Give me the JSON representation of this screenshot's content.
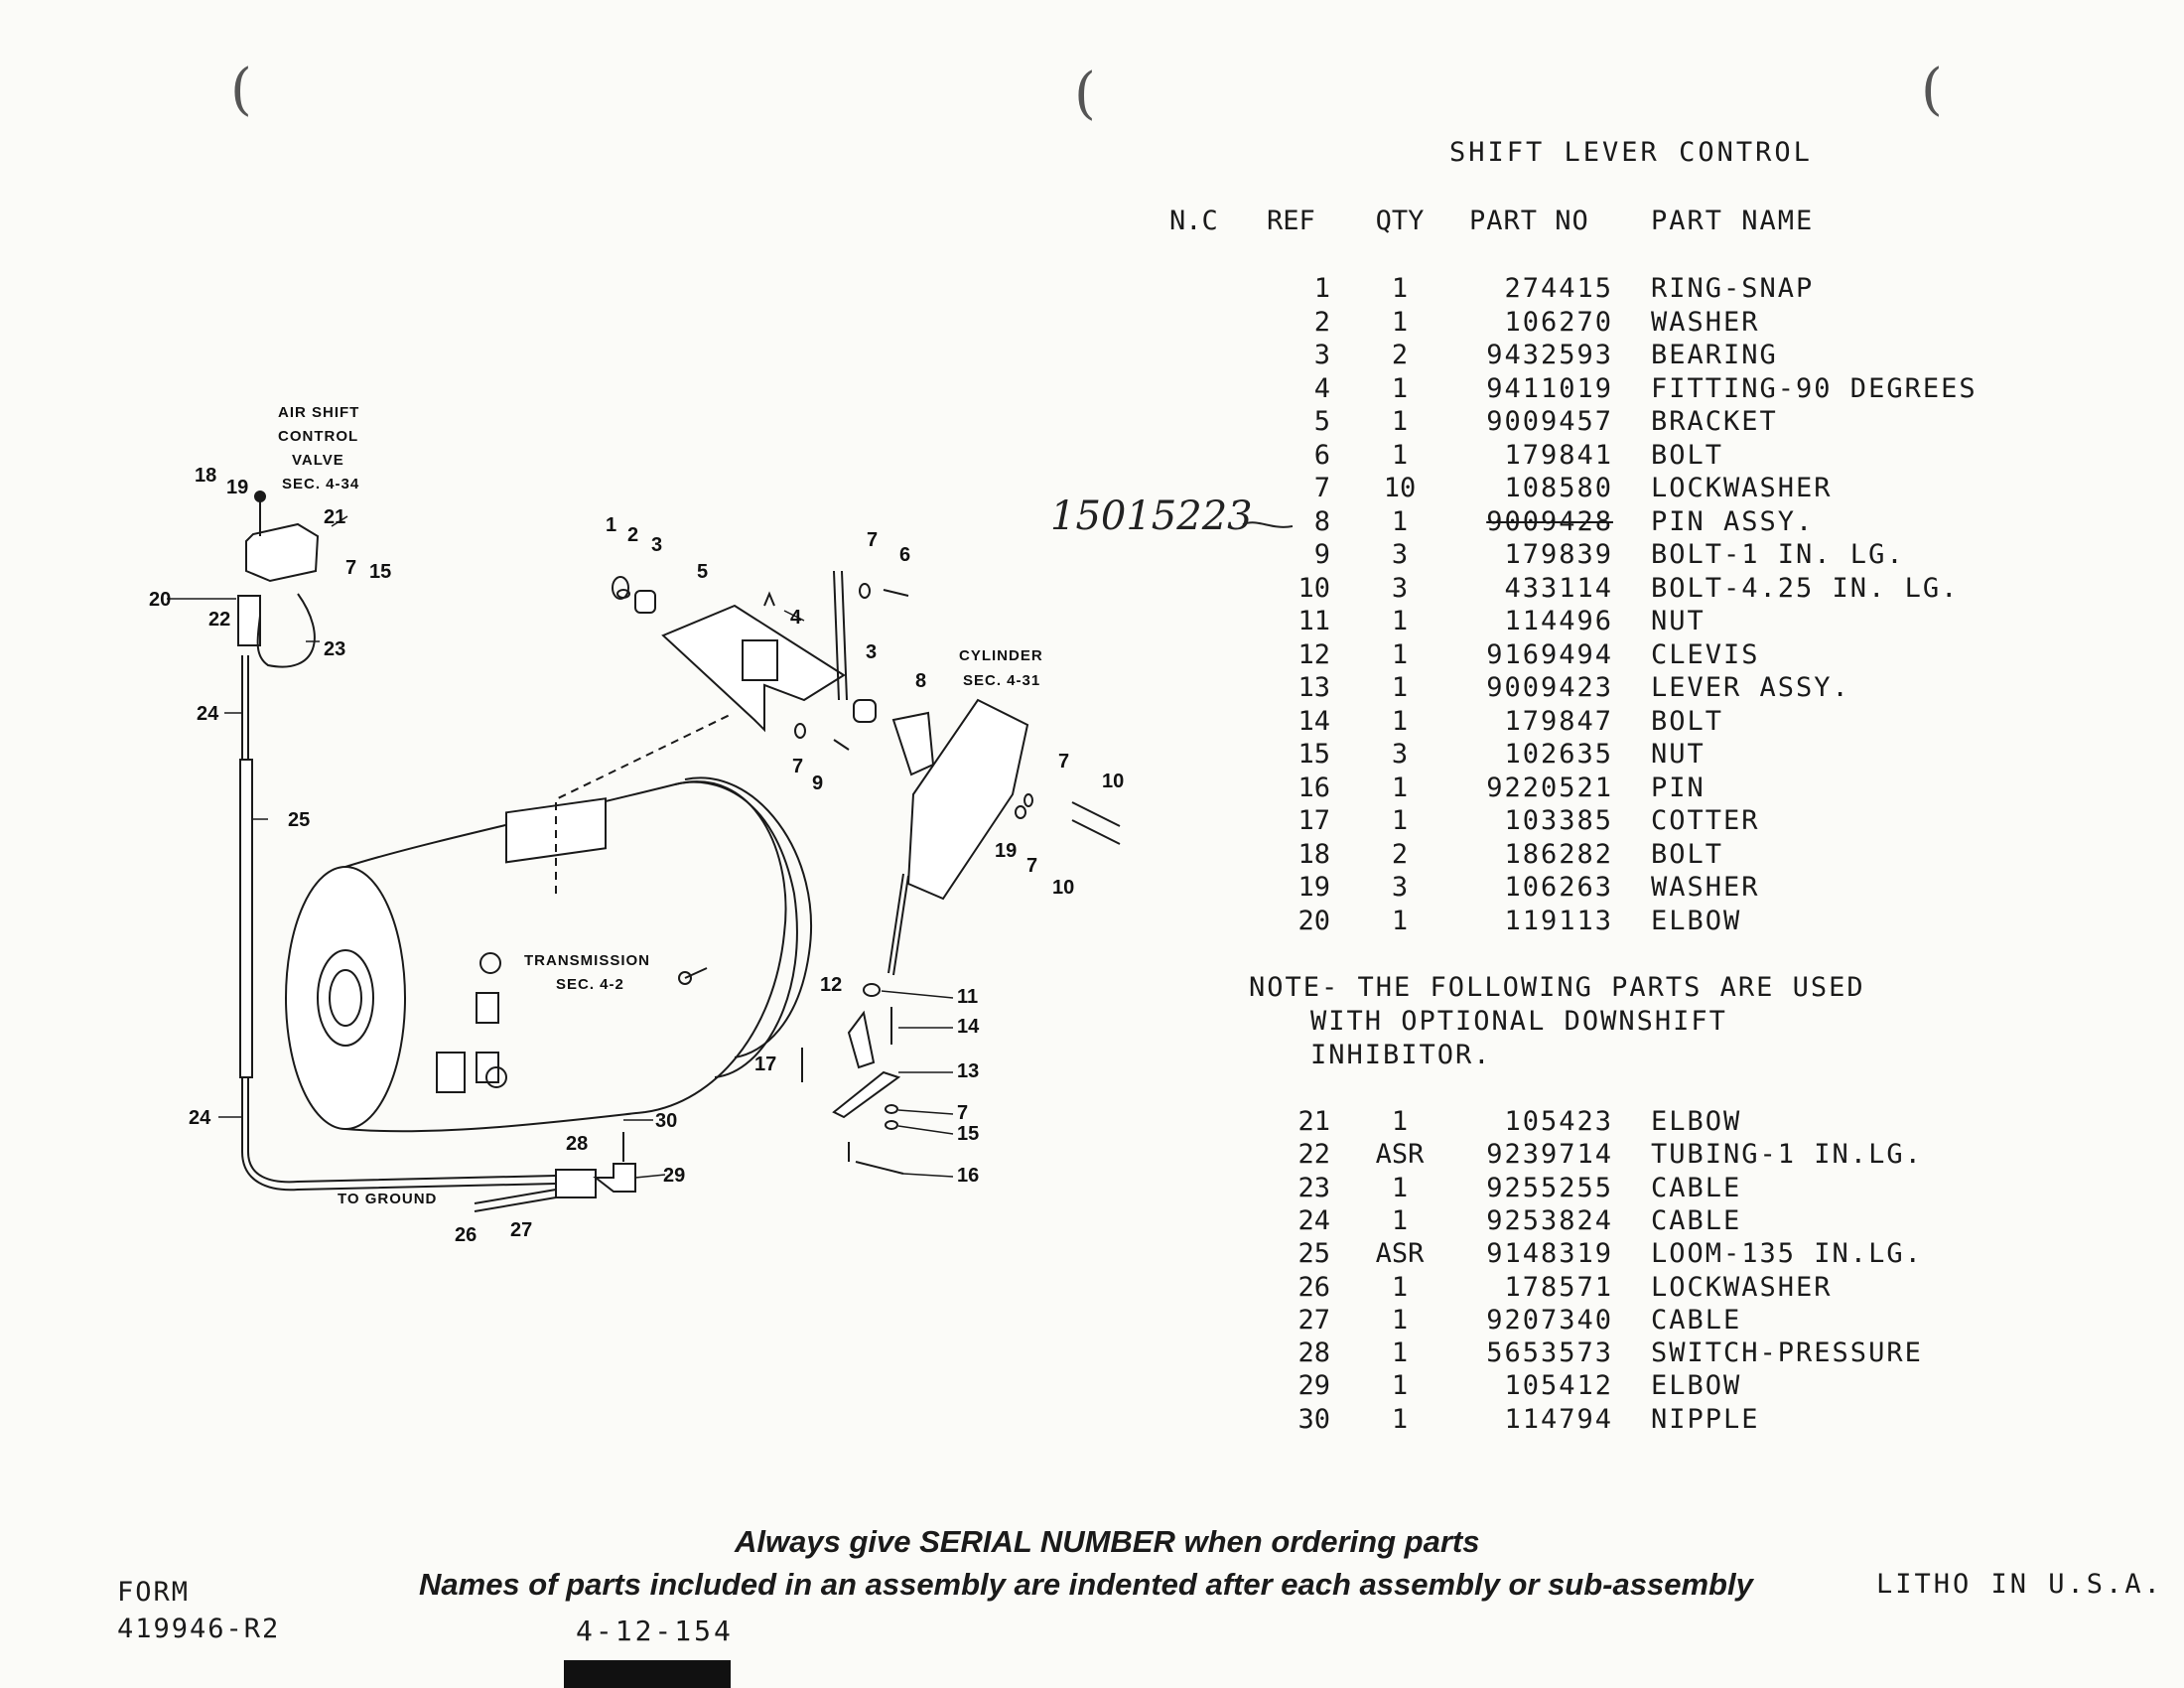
{
  "title": "SHIFT LEVER CONTROL",
  "table": {
    "headers": {
      "nc": "N.C",
      "ref": "REF",
      "qty": "QTY",
      "part_no": "PART NO",
      "part_name": "PART NAME"
    },
    "rows": [
      {
        "ref": "1",
        "qty": "1",
        "part_no": "274415",
        "name": "RING-SNAP"
      },
      {
        "ref": "2",
        "qty": "1",
        "part_no": "106270",
        "name": "WASHER"
      },
      {
        "ref": "3",
        "qty": "2",
        "part_no": "9432593",
        "name": "BEARING"
      },
      {
        "ref": "4",
        "qty": "1",
        "part_no": "9411019",
        "name": "FITTING-90 DEGREES"
      },
      {
        "ref": "5",
        "qty": "1",
        "part_no": "9009457",
        "name": "BRACKET"
      },
      {
        "ref": "6",
        "qty": "1",
        "part_no": "179841",
        "name": "BOLT"
      },
      {
        "ref": "7",
        "qty": "10",
        "part_no": "108580",
        "name": "LOCKWASHER"
      },
      {
        "ref": "8",
        "qty": "1",
        "part_no": "9009428",
        "name": "PIN ASSY."
      },
      {
        "ref": "9",
        "qty": "3",
        "part_no": "179839",
        "name": "BOLT-1 IN. LG."
      },
      {
        "ref": "10",
        "qty": "3",
        "part_no": "433114",
        "name": "BOLT-4.25 IN. LG."
      },
      {
        "ref": "11",
        "qty": "1",
        "part_no": "114496",
        "name": "NUT"
      },
      {
        "ref": "12",
        "qty": "1",
        "part_no": "9169494",
        "name": "CLEVIS"
      },
      {
        "ref": "13",
        "qty": "1",
        "part_no": "9009423",
        "name": "LEVER ASSY."
      },
      {
        "ref": "14",
        "qty": "1",
        "part_no": "179847",
        "name": "BOLT"
      },
      {
        "ref": "15",
        "qty": "3",
        "part_no": "102635",
        "name": "NUT"
      },
      {
        "ref": "16",
        "qty": "1",
        "part_no": "9220521",
        "name": "PIN"
      },
      {
        "ref": "17",
        "qty": "1",
        "part_no": "103385",
        "name": "COTTER"
      },
      {
        "ref": "18",
        "qty": "2",
        "part_no": "186282",
        "name": "BOLT"
      },
      {
        "ref": "19",
        "qty": "3",
        "part_no": "106263",
        "name": "WASHER"
      },
      {
        "ref": "20",
        "qty": "1",
        "part_no": "119113",
        "name": "ELBOW"
      }
    ],
    "note_lines": [
      "NOTE- THE FOLLOWING PARTS ARE USED",
      "WITH OPTIONAL DOWNSHIFT",
      "INHIBITOR."
    ],
    "rows2": [
      {
        "ref": "21",
        "qty": "1",
        "part_no": "105423",
        "name": "ELBOW"
      },
      {
        "ref": "22",
        "qty": "ASR",
        "part_no": "9239714",
        "name": "TUBING-1 IN.LG."
      },
      {
        "ref": "23",
        "qty": "1",
        "part_no": "9255255",
        "name": "CABLE"
      },
      {
        "ref": "24",
        "qty": "1",
        "part_no": "9253824",
        "name": "CABLE"
      },
      {
        "ref": "25",
        "qty": "ASR",
        "part_no": "9148319",
        "name": "LOOM-135 IN.LG."
      },
      {
        "ref": "26",
        "qty": "1",
        "part_no": "178571",
        "name": "LOCKWASHER"
      },
      {
        "ref": "27",
        "qty": "1",
        "part_no": "9207340",
        "name": "CABLE"
      },
      {
        "ref": "28",
        "qty": "1",
        "part_no": "5653573",
        "name": "SWITCH-PRESSURE"
      },
      {
        "ref": "29",
        "qty": "1",
        "part_no": "105412",
        "name": "ELBOW"
      },
      {
        "ref": "30",
        "qty": "1",
        "part_no": "114794",
        "name": "NIPPLE"
      }
    ]
  },
  "handwritten_note": "15015223",
  "diagram": {
    "labels": {
      "air_shift": [
        "AIR SHIFT",
        "CONTROL",
        "VALVE",
        "SEC. 4-34"
      ],
      "cylinder": [
        "CYLINDER",
        "SEC. 4-31"
      ],
      "transmission": [
        "TRANSMISSION",
        "SEC. 4-2"
      ],
      "to_ground": "TO GROUND"
    }
  },
  "footer": {
    "line1": "Always give SERIAL NUMBER when ordering parts",
    "line2": "Names of parts included in an assembly are indented after each assembly or sub-assembly",
    "form_label": "FORM",
    "form_number": "419946-R2",
    "page_number": "4-12-154",
    "litho": "LITHO IN U.S.A."
  }
}
